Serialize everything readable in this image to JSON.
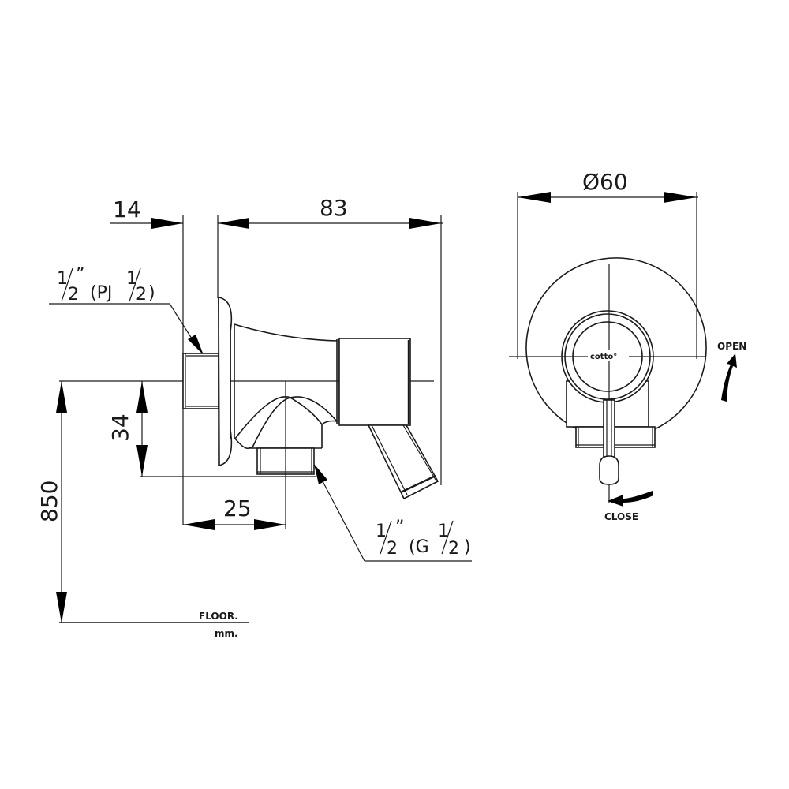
{
  "drawing": {
    "type": "technical-drawing",
    "subject": "wall-mounted stop valve",
    "units": "mm.",
    "side_view": {
      "dimensions": {
        "flange_thickness": "14",
        "body_length": "83",
        "outlet_offset_height": "34",
        "outlet_offset_horizontal": "25",
        "height_from_floor": "850"
      },
      "callouts": {
        "inlet_thread": {
          "whole": "1",
          "denom": "2",
          "inch": "”",
          "standard": "(PJ",
          "std_whole": "1",
          "std_denom": "2",
          "close": ")"
        },
        "outlet_thread": {
          "whole": "1",
          "denom": "2",
          "inch": "”",
          "standard": "(G",
          "std_whole": "1",
          "std_denom": "2",
          "close": ")"
        }
      },
      "floor_label": "FLOOR.",
      "units_label": "mm."
    },
    "front_view": {
      "dimensions": {
        "plate_diameter": "Ø60"
      },
      "brand_logo": "cotto°",
      "labels": {
        "open": "OPEN",
        "close": "CLOSE"
      }
    }
  }
}
